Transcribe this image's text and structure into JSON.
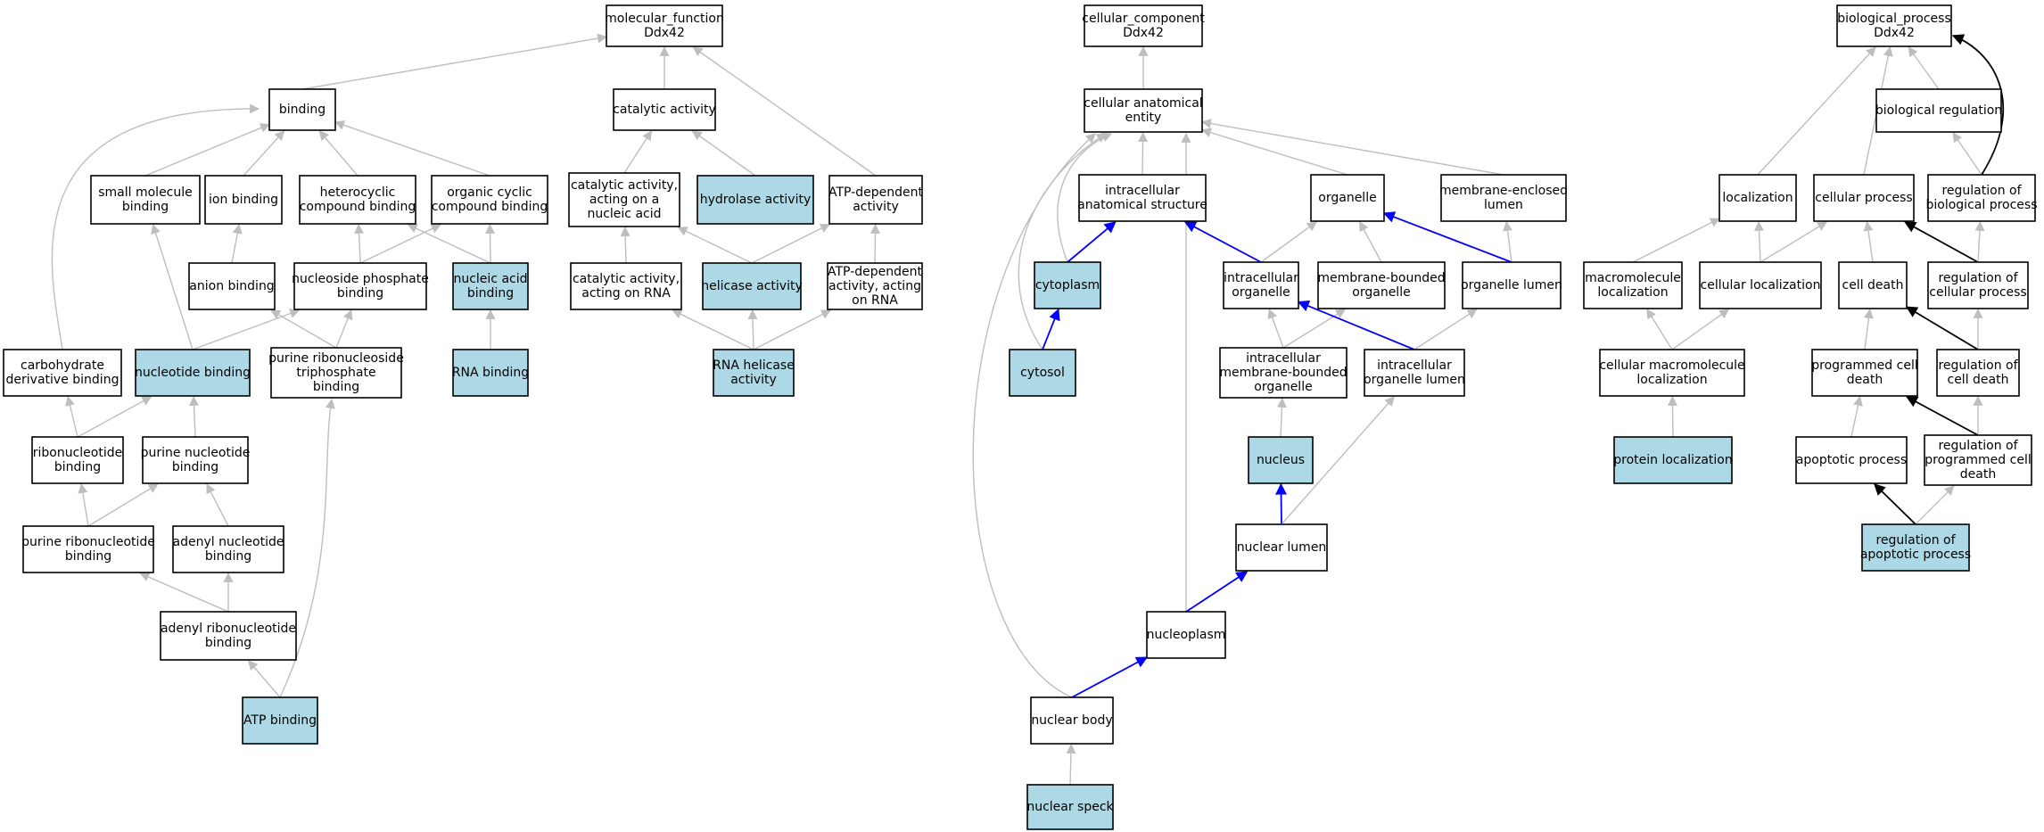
{
  "colors": {
    "node_fill": "#ffffff",
    "highlight_fill": "#add8e6",
    "edge_gray": "#bebebe",
    "edge_blue": "#0000ff",
    "edge_black": "#000000"
  },
  "nodes": [
    {
      "id": "mf_root",
      "lines": [
        "molecular_function",
        "Ddx42"
      ],
      "highlight": false
    },
    {
      "id": "binding",
      "lines": [
        "binding"
      ],
      "highlight": false
    },
    {
      "id": "catalytic",
      "lines": [
        "catalytic activity"
      ],
      "highlight": false
    },
    {
      "id": "small_mol",
      "lines": [
        "small molecule",
        "binding"
      ],
      "highlight": false
    },
    {
      "id": "ion_binding",
      "lines": [
        "ion binding"
      ],
      "highlight": false
    },
    {
      "id": "heterocyclic",
      "lines": [
        "heterocyclic",
        "compound binding"
      ],
      "highlight": false
    },
    {
      "id": "org_cyclic",
      "lines": [
        "organic cyclic",
        "compound binding"
      ],
      "highlight": false
    },
    {
      "id": "cat_nucleic",
      "lines": [
        "catalytic activity,",
        "acting on a",
        "nucleic acid"
      ],
      "highlight": false
    },
    {
      "id": "hydrolase",
      "lines": [
        "hydrolase activity"
      ],
      "highlight": true
    },
    {
      "id": "atp_dep",
      "lines": [
        "ATP-dependent",
        "activity"
      ],
      "highlight": false
    },
    {
      "id": "anion_binding",
      "lines": [
        "anion binding"
      ],
      "highlight": false
    },
    {
      "id": "nuc_phosphate",
      "lines": [
        "nucleoside phosphate",
        "binding"
      ],
      "highlight": false
    },
    {
      "id": "nucleic_acid",
      "lines": [
        "nucleic acid",
        "binding"
      ],
      "highlight": true
    },
    {
      "id": "cat_rna",
      "lines": [
        "catalytic activity,",
        "acting on RNA"
      ],
      "highlight": false
    },
    {
      "id": "helicase",
      "lines": [
        "helicase activity"
      ],
      "highlight": true
    },
    {
      "id": "atp_dep_rna",
      "lines": [
        "ATP-dependent",
        "activity, acting",
        "on RNA"
      ],
      "highlight": false
    },
    {
      "id": "carb_deriv",
      "lines": [
        "carbohydrate",
        "derivative binding"
      ],
      "highlight": false
    },
    {
      "id": "nucleotide",
      "lines": [
        "nucleotide binding"
      ],
      "highlight": true
    },
    {
      "id": "pur_ribonucleoside_tri",
      "lines": [
        "purine ribonucleoside",
        "triphosphate",
        "binding"
      ],
      "highlight": false
    },
    {
      "id": "rna_binding",
      "lines": [
        "RNA binding"
      ],
      "highlight": true
    },
    {
      "id": "rna_helicase",
      "lines": [
        "RNA helicase",
        "activity"
      ],
      "highlight": true
    },
    {
      "id": "ribonucleotide",
      "lines": [
        "ribonucleotide",
        "binding"
      ],
      "highlight": false
    },
    {
      "id": "purine_nucleotide",
      "lines": [
        "purine nucleotide",
        "binding"
      ],
      "highlight": false
    },
    {
      "id": "pur_ribonucleotide",
      "lines": [
        "purine ribonucleotide",
        "binding"
      ],
      "highlight": false
    },
    {
      "id": "adenyl_nucleotide",
      "lines": [
        "adenyl nucleotide",
        "binding"
      ],
      "highlight": false
    },
    {
      "id": "adenyl_ribonucleotide",
      "lines": [
        "adenyl ribonucleotide",
        "binding"
      ],
      "highlight": false
    },
    {
      "id": "atp_binding",
      "lines": [
        "ATP binding"
      ],
      "highlight": true
    },
    {
      "id": "cc_root",
      "lines": [
        "cellular_component",
        "Ddx42"
      ],
      "highlight": false
    },
    {
      "id": "cell_anat",
      "lines": [
        "cellular anatomical",
        "entity"
      ],
      "highlight": false
    },
    {
      "id": "intracell_anat",
      "lines": [
        "intracellular",
        "anatomical structure"
      ],
      "highlight": false
    },
    {
      "id": "organelle",
      "lines": [
        "organelle"
      ],
      "highlight": false
    },
    {
      "id": "membrane_lumen",
      "lines": [
        "membrane-enclosed",
        "lumen"
      ],
      "highlight": false
    },
    {
      "id": "cytoplasm",
      "lines": [
        "cytoplasm"
      ],
      "highlight": true
    },
    {
      "id": "intracell_org",
      "lines": [
        "intracellular",
        "organelle"
      ],
      "highlight": false
    },
    {
      "id": "membrane_org",
      "lines": [
        "membrane-bounded",
        "organelle"
      ],
      "highlight": false
    },
    {
      "id": "organelle_lumen",
      "lines": [
        "organelle lumen"
      ],
      "highlight": false
    },
    {
      "id": "cytosol",
      "lines": [
        "cytosol"
      ],
      "highlight": true
    },
    {
      "id": "intracell_mem_org",
      "lines": [
        "intracellular",
        "membrane-bounded",
        "organelle"
      ],
      "highlight": false
    },
    {
      "id": "intracell_org_lumen",
      "lines": [
        "intracellular",
        "organelle lumen"
      ],
      "highlight": false
    },
    {
      "id": "nucleus",
      "lines": [
        "nucleus"
      ],
      "highlight": true
    },
    {
      "id": "nuclear_lumen",
      "lines": [
        "nuclear lumen"
      ],
      "highlight": false
    },
    {
      "id": "nucleoplasm",
      "lines": [
        "nucleoplasm"
      ],
      "highlight": false
    },
    {
      "id": "nuclear_body",
      "lines": [
        "nuclear body"
      ],
      "highlight": false
    },
    {
      "id": "nuclear_speck",
      "lines": [
        "nuclear speck"
      ],
      "highlight": true
    },
    {
      "id": "bp_root",
      "lines": [
        "biological_process",
        "Ddx42"
      ],
      "highlight": false
    },
    {
      "id": "bio_reg",
      "lines": [
        "biological regulation"
      ],
      "highlight": false
    },
    {
      "id": "localization",
      "lines": [
        "localization"
      ],
      "highlight": false
    },
    {
      "id": "cell_process",
      "lines": [
        "cellular process"
      ],
      "highlight": false
    },
    {
      "id": "reg_bio",
      "lines": [
        "regulation of",
        "biological process"
      ],
      "highlight": false
    },
    {
      "id": "macro_loc",
      "lines": [
        "macromolecule",
        "localization"
      ],
      "highlight": false
    },
    {
      "id": "cell_loc",
      "lines": [
        "cellular localization"
      ],
      "highlight": false
    },
    {
      "id": "cell_death",
      "lines": [
        "cell death"
      ],
      "highlight": false
    },
    {
      "id": "reg_cell_proc",
      "lines": [
        "regulation of",
        "cellular process"
      ],
      "highlight": false
    },
    {
      "id": "cell_macro_loc",
      "lines": [
        "cellular macromolecule",
        "localization"
      ],
      "highlight": false
    },
    {
      "id": "prog_cell_death",
      "lines": [
        "programmed cell",
        "death"
      ],
      "highlight": false
    },
    {
      "id": "reg_cell_death",
      "lines": [
        "regulation of",
        "cell death"
      ],
      "highlight": false
    },
    {
      "id": "protein_loc",
      "lines": [
        "protein localization"
      ],
      "highlight": true
    },
    {
      "id": "apoptotic",
      "lines": [
        "apoptotic process"
      ],
      "highlight": false
    },
    {
      "id": "reg_prog_death",
      "lines": [
        "regulation of",
        "programmed cell",
        "death"
      ],
      "highlight": false
    },
    {
      "id": "reg_apoptotic",
      "lines": [
        "regulation of",
        "apoptotic process"
      ],
      "highlight": true
    }
  ],
  "edges": [
    {
      "from": "binding",
      "to": "mf_root",
      "kind": "is_a"
    },
    {
      "from": "catalytic",
      "to": "mf_root",
      "kind": "is_a"
    },
    {
      "from": "atp_dep",
      "to": "mf_root",
      "kind": "is_a"
    },
    {
      "from": "small_mol",
      "to": "binding",
      "kind": "is_a"
    },
    {
      "from": "ion_binding",
      "to": "binding",
      "kind": "is_a"
    },
    {
      "from": "heterocyclic",
      "to": "binding",
      "kind": "is_a"
    },
    {
      "from": "org_cyclic",
      "to": "binding",
      "kind": "is_a"
    },
    {
      "from": "carb_deriv",
      "to": "binding",
      "kind": "is_a"
    },
    {
      "from": "cat_nucleic",
      "to": "catalytic",
      "kind": "is_a"
    },
    {
      "from": "hydrolase",
      "to": "catalytic",
      "kind": "is_a"
    },
    {
      "from": "anion_binding",
      "to": "ion_binding",
      "kind": "is_a"
    },
    {
      "from": "nuc_phosphate",
      "to": "heterocyclic",
      "kind": "is_a"
    },
    {
      "from": "nuc_phosphate",
      "to": "org_cyclic",
      "kind": "is_a"
    },
    {
      "from": "nucleic_acid",
      "to": "heterocyclic",
      "kind": "is_a"
    },
    {
      "from": "nucleic_acid",
      "to": "org_cyclic",
      "kind": "is_a"
    },
    {
      "from": "cat_rna",
      "to": "cat_nucleic",
      "kind": "is_a"
    },
    {
      "from": "helicase",
      "to": "cat_nucleic",
      "kind": "is_a"
    },
    {
      "from": "helicase",
      "to": "atp_dep",
      "kind": "is_a"
    },
    {
      "from": "atp_dep_rna",
      "to": "atp_dep",
      "kind": "is_a"
    },
    {
      "from": "nucleotide",
      "to": "small_mol",
      "kind": "is_a"
    },
    {
      "from": "nucleotide",
      "to": "nuc_phosphate",
      "kind": "is_a"
    },
    {
      "from": "pur_ribonucleoside_tri",
      "to": "anion_binding",
      "kind": "is_a"
    },
    {
      "from": "pur_ribonucleoside_tri",
      "to": "nuc_phosphate",
      "kind": "is_a"
    },
    {
      "from": "rna_binding",
      "to": "nucleic_acid",
      "kind": "is_a"
    },
    {
      "from": "rna_helicase",
      "to": "cat_rna",
      "kind": "is_a"
    },
    {
      "from": "rna_helicase",
      "to": "helicase",
      "kind": "is_a"
    },
    {
      "from": "rna_helicase",
      "to": "atp_dep_rna",
      "kind": "is_a"
    },
    {
      "from": "ribonucleotide",
      "to": "carb_deriv",
      "kind": "is_a"
    },
    {
      "from": "ribonucleotide",
      "to": "nucleotide",
      "kind": "is_a"
    },
    {
      "from": "purine_nucleotide",
      "to": "nucleotide",
      "kind": "is_a"
    },
    {
      "from": "pur_ribonucleotide",
      "to": "ribonucleotide",
      "kind": "is_a"
    },
    {
      "from": "pur_ribonucleotide",
      "to": "purine_nucleotide",
      "kind": "is_a"
    },
    {
      "from": "adenyl_nucleotide",
      "to": "purine_nucleotide",
      "kind": "is_a"
    },
    {
      "from": "adenyl_ribonucleotide",
      "to": "pur_ribonucleotide",
      "kind": "is_a"
    },
    {
      "from": "adenyl_ribonucleotide",
      "to": "adenyl_nucleotide",
      "kind": "is_a"
    },
    {
      "from": "atp_binding",
      "to": "adenyl_ribonucleotide",
      "kind": "is_a"
    },
    {
      "from": "atp_binding",
      "to": "pur_ribonucleoside_tri",
      "kind": "is_a"
    },
    {
      "from": "cell_anat",
      "to": "cc_root",
      "kind": "is_a"
    },
    {
      "from": "intracell_anat",
      "to": "cell_anat",
      "kind": "is_a"
    },
    {
      "from": "organelle",
      "to": "cell_anat",
      "kind": "is_a"
    },
    {
      "from": "membrane_lumen",
      "to": "cell_anat",
      "kind": "is_a"
    },
    {
      "from": "cytoplasm",
      "to": "cell_anat",
      "kind": "is_a"
    },
    {
      "from": "cytosol",
      "to": "cell_anat",
      "kind": "is_a"
    },
    {
      "from": "nuclear_body",
      "to": "cell_anat",
      "kind": "is_a"
    },
    {
      "from": "nucleoplasm",
      "to": "cell_anat",
      "kind": "is_a"
    },
    {
      "from": "cytoplasm",
      "to": "intracell_anat",
      "kind": "part_of"
    },
    {
      "from": "intracell_org",
      "to": "intracell_anat",
      "kind": "part_of"
    },
    {
      "from": "intracell_org",
      "to": "organelle",
      "kind": "is_a"
    },
    {
      "from": "membrane_org",
      "to": "organelle",
      "kind": "is_a"
    },
    {
      "from": "organelle_lumen",
      "to": "organelle",
      "kind": "part_of"
    },
    {
      "from": "organelle_lumen",
      "to": "membrane_lumen",
      "kind": "is_a"
    },
    {
      "from": "cytosol",
      "to": "cytoplasm",
      "kind": "part_of"
    },
    {
      "from": "intracell_mem_org",
      "to": "intracell_org",
      "kind": "is_a"
    },
    {
      "from": "intracell_mem_org",
      "to": "membrane_org",
      "kind": "is_a"
    },
    {
      "from": "intracell_org_lumen",
      "to": "intracell_org",
      "kind": "part_of"
    },
    {
      "from": "intracell_org_lumen",
      "to": "organelle_lumen",
      "kind": "is_a"
    },
    {
      "from": "nucleus",
      "to": "intracell_mem_org",
      "kind": "is_a"
    },
    {
      "from": "nuclear_lumen",
      "to": "nucleus",
      "kind": "part_of"
    },
    {
      "from": "nuclear_lumen",
      "to": "intracell_org_lumen",
      "kind": "is_a"
    },
    {
      "from": "nucleoplasm",
      "to": "nuclear_lumen",
      "kind": "part_of"
    },
    {
      "from": "nuclear_body",
      "to": "nucleoplasm",
      "kind": "part_of"
    },
    {
      "from": "nuclear_speck",
      "to": "nuclear_body",
      "kind": "is_a"
    },
    {
      "from": "localization",
      "to": "bp_root",
      "kind": "is_a"
    },
    {
      "from": "cell_process",
      "to": "bp_root",
      "kind": "is_a"
    },
    {
      "from": "bio_reg",
      "to": "bp_root",
      "kind": "is_a"
    },
    {
      "from": "reg_bio",
      "to": "bp_root",
      "kind": "regulates"
    },
    {
      "from": "reg_bio",
      "to": "bio_reg",
      "kind": "is_a"
    },
    {
      "from": "macro_loc",
      "to": "localization",
      "kind": "is_a"
    },
    {
      "from": "cell_loc",
      "to": "localization",
      "kind": "is_a"
    },
    {
      "from": "cell_loc",
      "to": "cell_process",
      "kind": "is_a"
    },
    {
      "from": "cell_death",
      "to": "cell_process",
      "kind": "is_a"
    },
    {
      "from": "reg_cell_proc",
      "to": "cell_process",
      "kind": "regulates"
    },
    {
      "from": "reg_cell_proc",
      "to": "reg_bio",
      "kind": "is_a"
    },
    {
      "from": "cell_macro_loc",
      "to": "macro_loc",
      "kind": "is_a"
    },
    {
      "from": "cell_macro_loc",
      "to": "cell_loc",
      "kind": "is_a"
    },
    {
      "from": "prog_cell_death",
      "to": "cell_death",
      "kind": "is_a"
    },
    {
      "from": "reg_cell_death",
      "to": "cell_death",
      "kind": "regulates"
    },
    {
      "from": "reg_cell_death",
      "to": "reg_cell_proc",
      "kind": "is_a"
    },
    {
      "from": "protein_loc",
      "to": "cell_macro_loc",
      "kind": "is_a"
    },
    {
      "from": "apoptotic",
      "to": "prog_cell_death",
      "kind": "is_a"
    },
    {
      "from": "reg_prog_death",
      "to": "prog_cell_death",
      "kind": "regulates"
    },
    {
      "from": "reg_prog_death",
      "to": "reg_cell_death",
      "kind": "is_a"
    },
    {
      "from": "reg_apoptotic",
      "to": "apoptotic",
      "kind": "regulates"
    },
    {
      "from": "reg_apoptotic",
      "to": "reg_prog_death",
      "kind": "is_a"
    }
  ]
}
